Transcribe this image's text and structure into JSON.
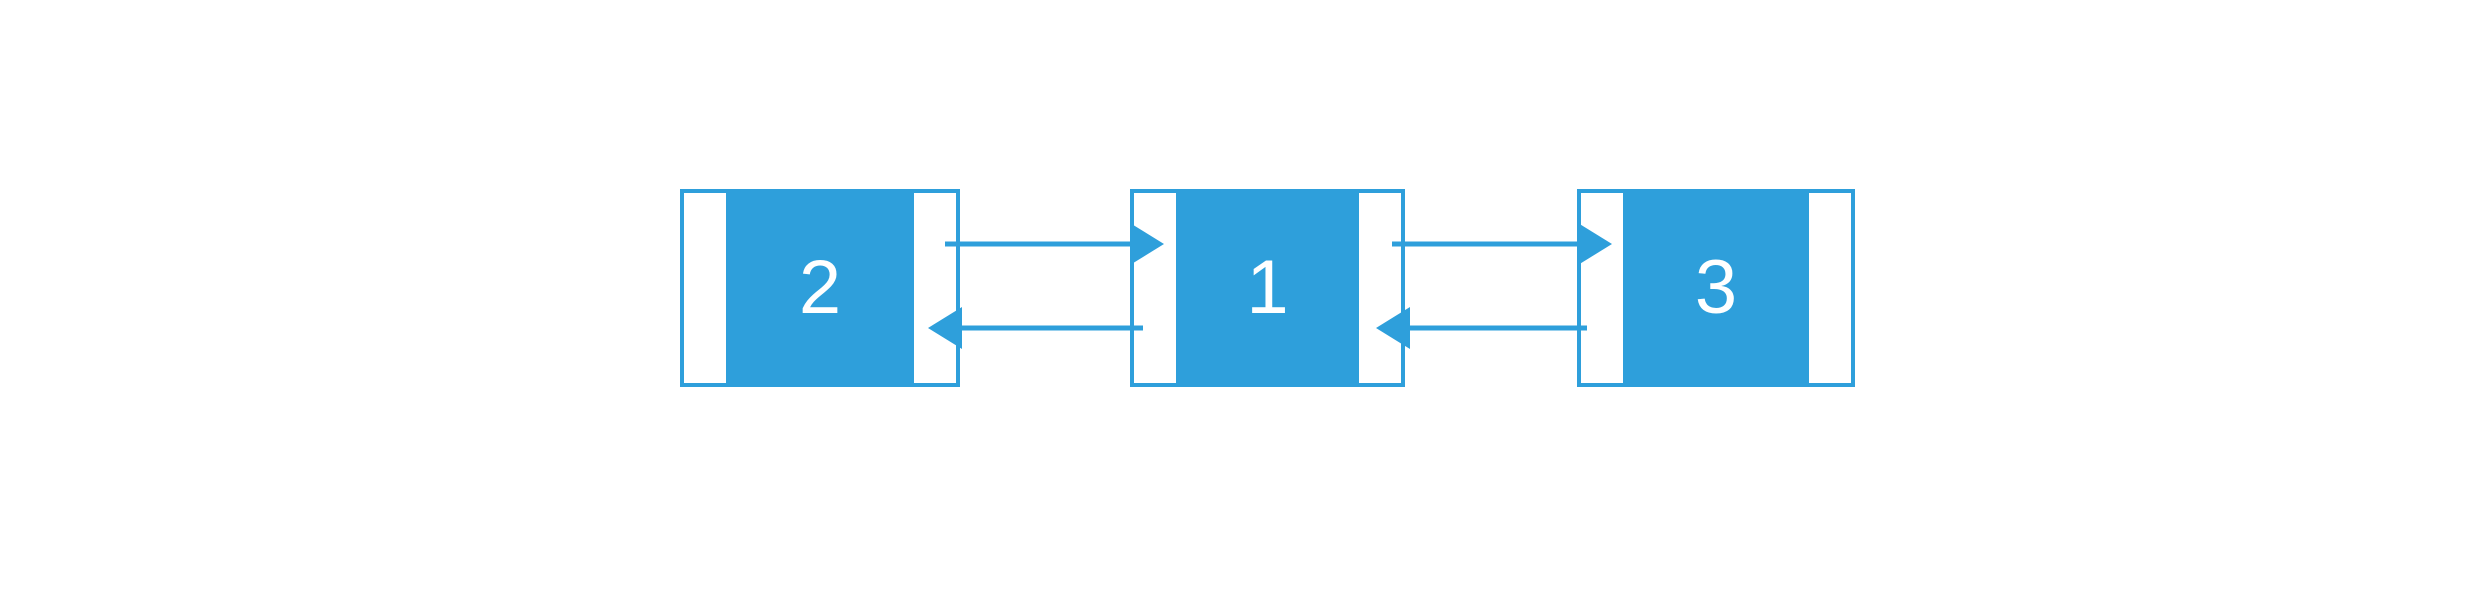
{
  "diagram": {
    "type": "doubly-linked-list",
    "nodes": [
      {
        "id": "node-2",
        "value": "2"
      },
      {
        "id": "node-1",
        "value": "1"
      },
      {
        "id": "node-3",
        "value": "3"
      }
    ],
    "edges": [
      {
        "from": "node-2",
        "to": "node-1",
        "pointer": "next",
        "direction": "right"
      },
      {
        "from": "node-1",
        "to": "node-2",
        "pointer": "prev",
        "direction": "left"
      },
      {
        "from": "node-1",
        "to": "node-3",
        "pointer": "next",
        "direction": "right"
      },
      {
        "from": "node-3",
        "to": "node-1",
        "pointer": "prev",
        "direction": "left"
      }
    ]
  },
  "colors": {
    "accent": "#2E9FDB",
    "node_fill": "#2E9FDB",
    "pointer_cell_fill": "#FFFFFF",
    "background": "#FFFFFF",
    "value_text": "#FFFFFF"
  }
}
